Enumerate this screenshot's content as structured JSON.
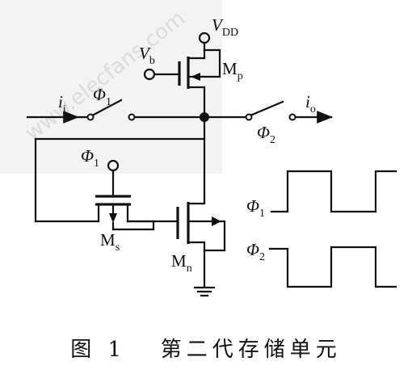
{
  "labels": {
    "vdd": {
      "main": "V",
      "sub": "DD"
    },
    "vb": {
      "main": "V",
      "sub": "b"
    },
    "mp": {
      "main": "M",
      "sub": "p"
    },
    "mn": {
      "main": "M",
      "sub": "n"
    },
    "ms": {
      "main": "M",
      "sub": "s"
    },
    "ii": {
      "main": "i",
      "sub": "i"
    },
    "io": {
      "main": "i",
      "sub": "o"
    },
    "phi1_switch": {
      "main": "Φ",
      "sub": "1"
    },
    "phi2_switch": {
      "main": "Φ",
      "sub": "2"
    },
    "phi1_gate": {
      "main": "Φ",
      "sub": "1"
    },
    "phi1_wave": {
      "main": "Φ",
      "sub": "1"
    },
    "phi2_wave": {
      "main": "Φ",
      "sub": "2"
    }
  },
  "watermark": "www.elecfans.com",
  "caption": {
    "figure": "图 1",
    "title": "第二代存储单元"
  }
}
